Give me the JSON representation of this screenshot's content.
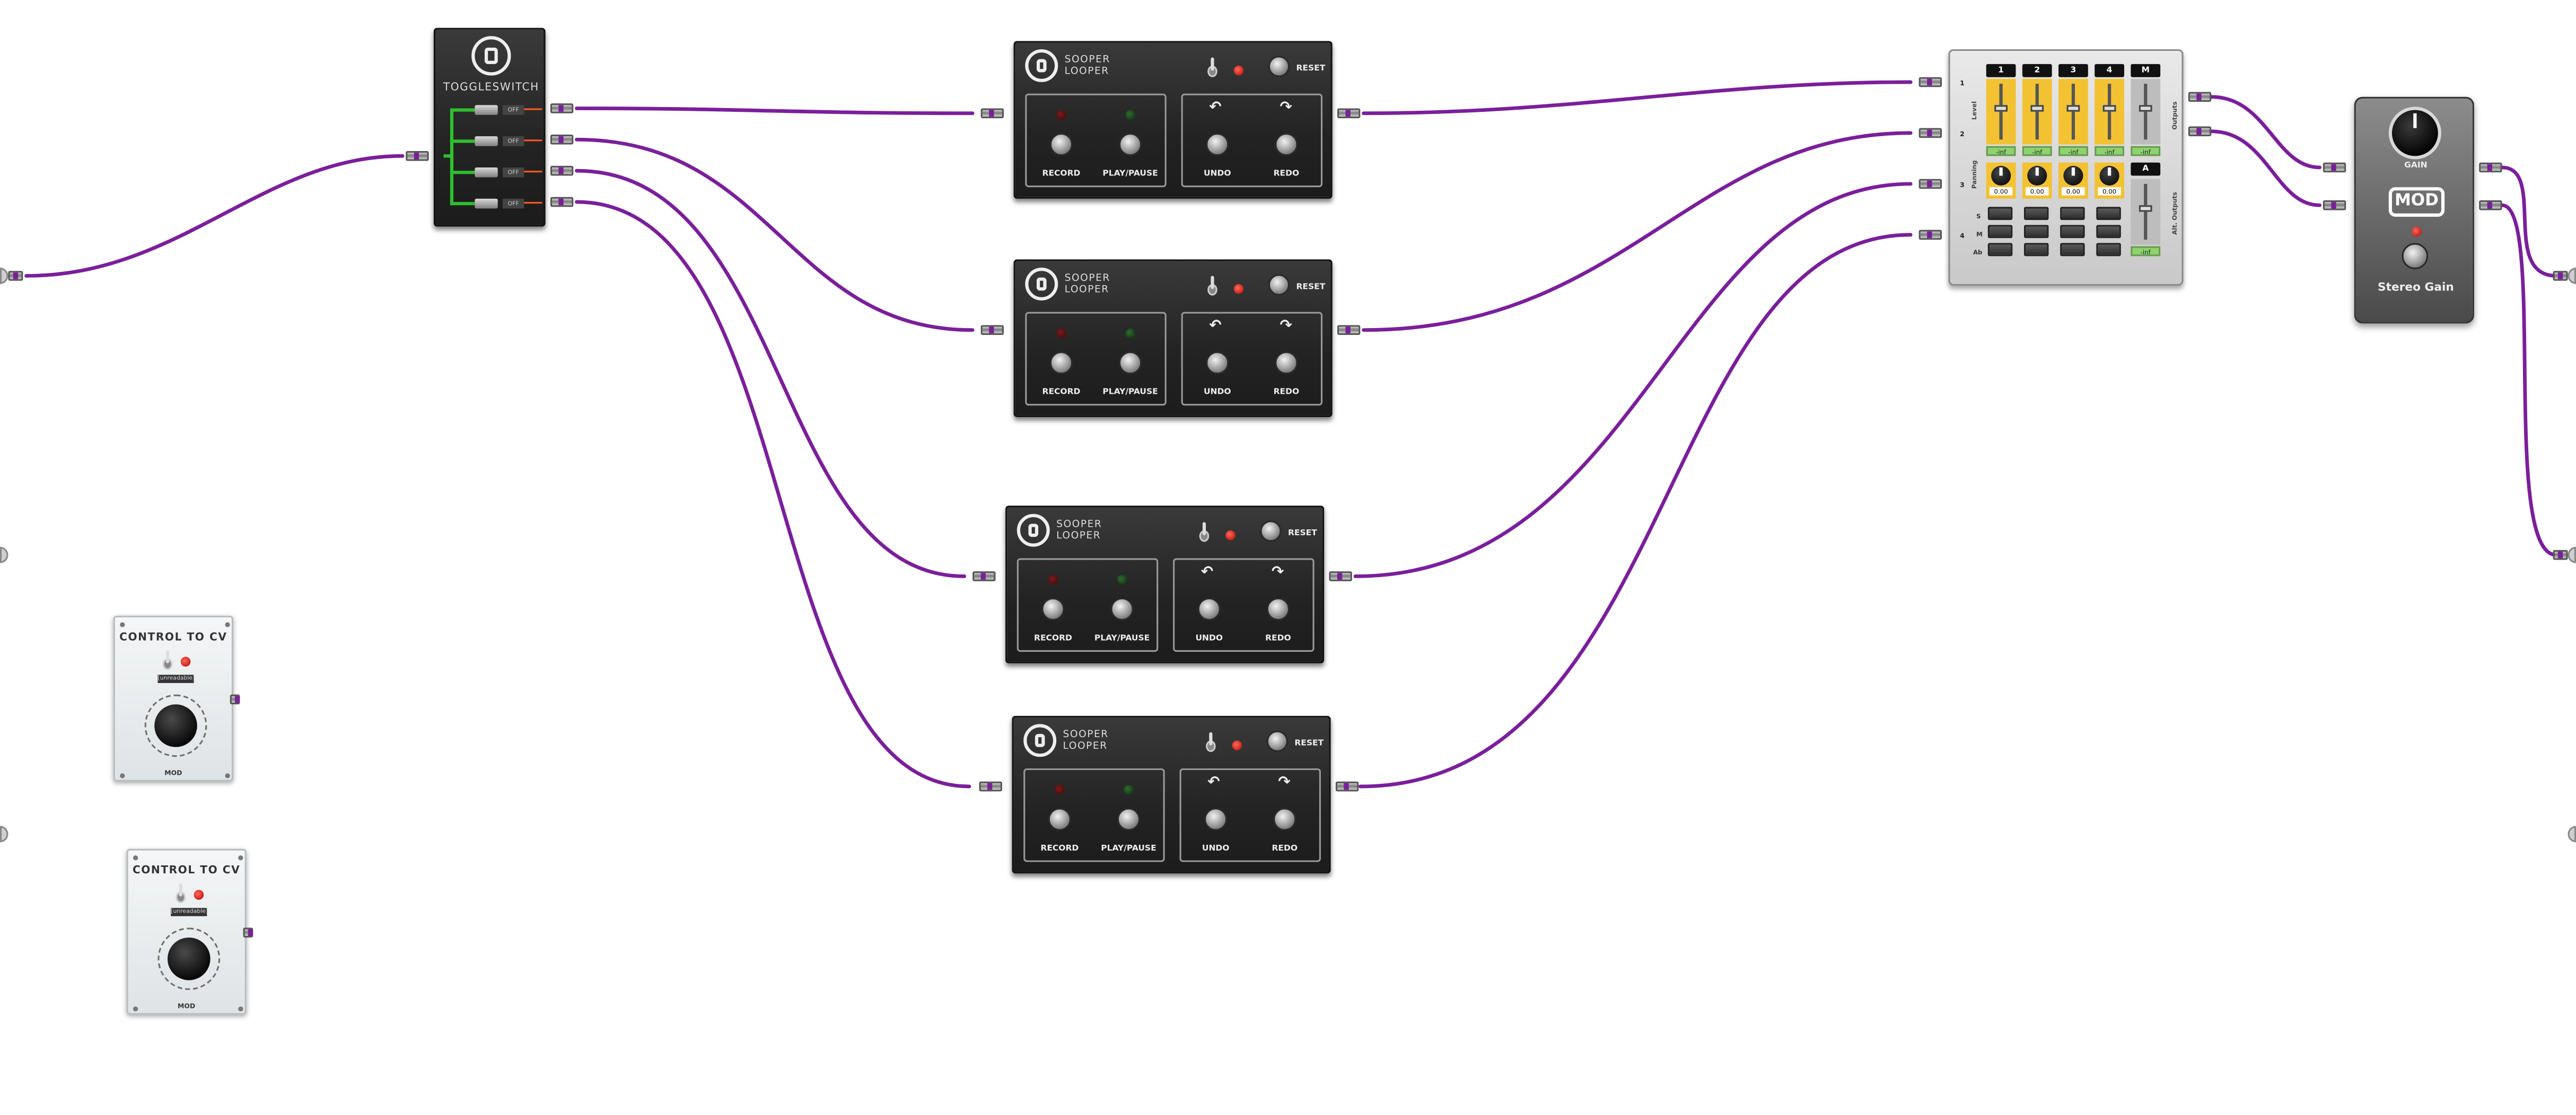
{
  "cable_color": "#7a1f9a",
  "toggleswitch": {
    "title": "TOGGLESWITCH",
    "icon": "mod-logo-icon",
    "switches": [
      {
        "state": "OFF"
      },
      {
        "state": "OFF"
      },
      {
        "state": "OFF"
      },
      {
        "state": "OFF"
      }
    ]
  },
  "loopers": [
    {
      "brand_line1": "SOOPER",
      "brand_line2": "LOOPER",
      "reset": "RESET",
      "record": "RECORD",
      "play_pause": "PLAY/PAUSE",
      "undo": "UNDO",
      "redo": "REDO"
    },
    {
      "brand_line1": "SOOPER",
      "brand_line2": "LOOPER",
      "reset": "RESET",
      "record": "RECORD",
      "play_pause": "PLAY/PAUSE",
      "undo": "UNDO",
      "redo": "REDO"
    },
    {
      "brand_line1": "SOOPER",
      "brand_line2": "LOOPER",
      "reset": "RESET",
      "record": "RECORD",
      "play_pause": "PLAY/PAUSE",
      "undo": "UNDO",
      "redo": "REDO"
    },
    {
      "brand_line1": "SOOPER",
      "brand_line2": "LOOPER",
      "reset": "RESET",
      "record": "RECORD",
      "play_pause": "PLAY/PAUSE",
      "undo": "UNDO",
      "redo": "REDO"
    }
  ],
  "mixer": {
    "channels": [
      "1",
      "2",
      "3",
      "4"
    ],
    "master": "M",
    "aux": "A",
    "level_values": [
      "-inf",
      "-inf",
      "-inf",
      "-inf"
    ],
    "master_value": "-inf",
    "aux_value": "-inf",
    "pan_values": [
      "0.00",
      "0.00",
      "0.00",
      "0.00"
    ],
    "row_labels": {
      "level": "Level",
      "panning": "Panning",
      "s": "S",
      "m": "M",
      "ab": "Ab"
    },
    "input_numbers": [
      "1",
      "2",
      "3",
      "4"
    ],
    "outputs_label": "Outputs",
    "aux_outputs_label": "Alt. Outputs"
  },
  "stereo_gain": {
    "knob_label": "GAIN",
    "badge": "MOD",
    "name": "Stereo Gain"
  },
  "control_to_cv": [
    {
      "title": "CONTROL TO CV",
      "label": "[unreadable]",
      "footer": "MOD"
    },
    {
      "title": "CONTROL TO CV",
      "label": "[unreadable]",
      "footer": "MOD"
    }
  ]
}
